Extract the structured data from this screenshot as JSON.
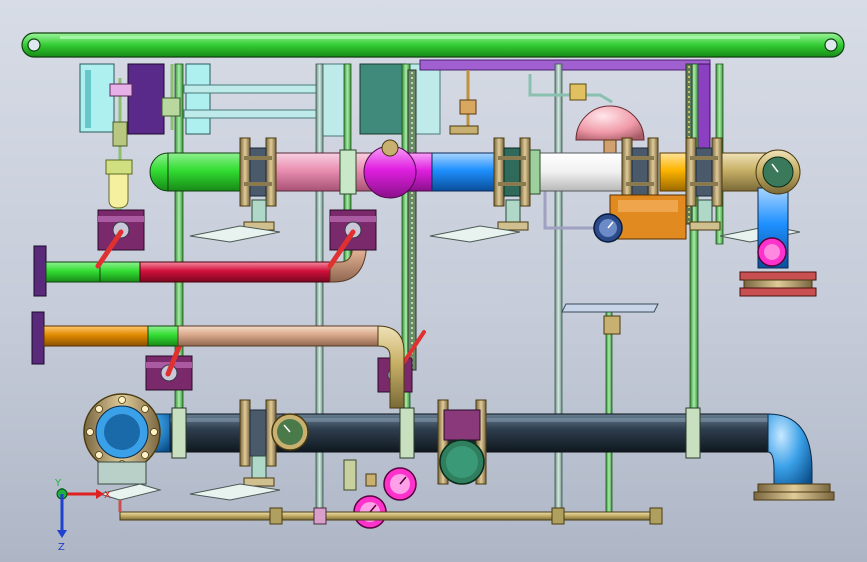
{
  "viewport": {
    "background_top": "#d7dce6",
    "background_bottom": "#aeb6c6"
  },
  "triad": {
    "x_label": "X",
    "y_label": "Y",
    "z_label": "Z",
    "x_color": "#e02020",
    "y_color": "#20b040",
    "z_color": "#2040d0"
  },
  "colors": {
    "top_beam": "#33cc33",
    "pipe_upper": [
      "#33dd33",
      "#e98fb0",
      "#e020e0",
      "#1e90ff",
      "#f0f0f0",
      "#ffb400",
      "#c8b066"
    ],
    "pipe_red": "#d0103a",
    "pipe_orange": "#e08a00",
    "pipe_main": "#2e3e4e",
    "elbow_blue": "#3aa0e8",
    "flange": "#b8a070",
    "gauge_magenta": "#ff33cc",
    "gauge_green": "#2f7f5f",
    "valve_handle": "#e03030",
    "valve_body": "#7a2a6a"
  }
}
